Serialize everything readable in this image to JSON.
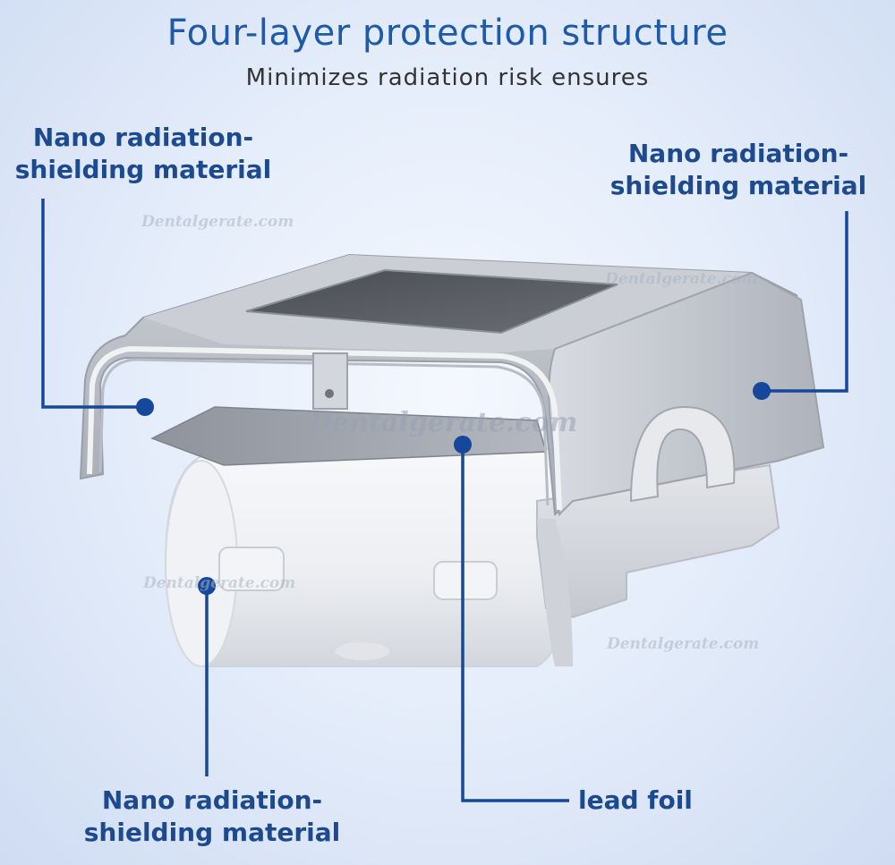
{
  "header": {
    "title": "Four-layer protection structure",
    "subtitle": "Minimizes radiation risk ensures"
  },
  "callouts": {
    "top_left": {
      "line1": "Nano radiation-",
      "line2": "shielding material"
    },
    "top_right": {
      "line1": "Nano radiation-",
      "line2": "shielding material"
    },
    "bottom_left": {
      "line1": "Nano radiation-",
      "line2": "shielding material"
    },
    "bottom_right": {
      "line1": "lead foil"
    }
  },
  "watermarks": [
    "Dentalgerate.com",
    "Dentalgerate.com",
    "Dentalgerate.com",
    "Dentalgerate.com",
    "Dentalgerate.com"
  ],
  "colors": {
    "title": "#1f5aa8",
    "callout_text": "#1d4a8f",
    "leader_line": "#15489a",
    "background": "#e6eefb"
  }
}
